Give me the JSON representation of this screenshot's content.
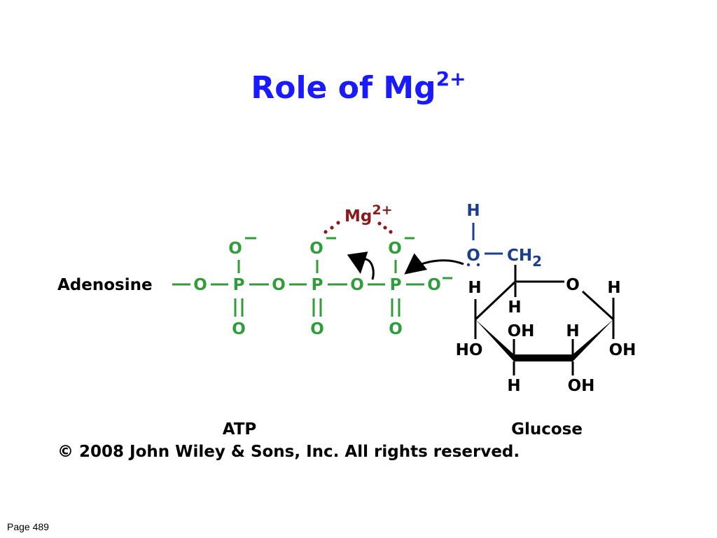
{
  "slide": {
    "title": "Role of Mg",
    "title_sup": "2+",
    "page": "Page 489"
  },
  "diagram": {
    "atp": {
      "adenosine": "Adenosine",
      "o": "O",
      "p": "P",
      "o_minus": "O−",
      "label": "ATP"
    },
    "mg": {
      "label": "Mg",
      "charge": "2+"
    },
    "glucose": {
      "h": "H",
      "o": "O",
      "ch": "CH",
      "ch_sub": "2",
      "oh": "OH",
      "ho": "HO",
      "label": "Glucose"
    },
    "copyright": "© 2008 John Wiley & Sons, Inc. All rights reserved.",
    "colors": {
      "title": "#1a1aff",
      "phosphate": "#2f9e3a",
      "magnesium": "#8b1a1a",
      "hydroxyl": "#1b3f8c",
      "ring": "#000000"
    }
  }
}
